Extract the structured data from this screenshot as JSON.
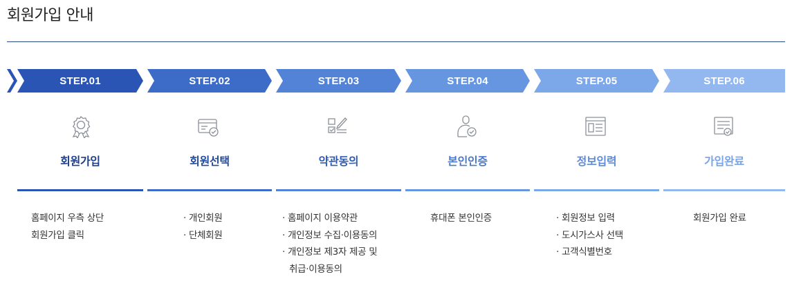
{
  "page_title": "회원가입 안내",
  "steps": [
    {
      "step_label": "STEP.01",
      "name": "회원가입",
      "icon": "award-icon",
      "color": "#2a55b5",
      "name_color": "#1f3f8a",
      "lines": [
        "홈페이지 우측 상단",
        "회원가입 클릭"
      ]
    },
    {
      "step_label": "STEP.02",
      "name": "회원선택",
      "icon": "member-card-icon",
      "color": "#3d6cc8",
      "name_color": "#234a9b",
      "lines": [
        "· 개인회원",
        "· 단체회원"
      ]
    },
    {
      "step_label": "STEP.03",
      "name": "약관동의",
      "icon": "agreement-icon",
      "color": "#5283d6",
      "name_color": "#2f5cb0",
      "lines": [
        "· 홈페이지 이용약관",
        "· 개인정보 수집·이용동의",
        "· 개인정보 제3자 제공 및",
        "취급·이용동의"
      ]
    },
    {
      "step_label": "STEP.04",
      "name": "본인인증",
      "icon": "identity-verification-icon",
      "color": "#6696e0",
      "name_color": "#4a78cc",
      "lines": [
        "휴대폰 본인인증"
      ]
    },
    {
      "step_label": "STEP.05",
      "name": "정보입력",
      "icon": "info-form-icon",
      "color": "#7ca7e8",
      "name_color": "#5d8ad8",
      "lines": [
        "· 회원정보 입력",
        "· 도시가스사 선택",
        "· 고객식별번호"
      ]
    },
    {
      "step_label": "STEP.06",
      "name": "가입완료",
      "icon": "completion-document-icon",
      "color": "#93b8f0",
      "name_color": "#7aa4e6",
      "lines": [
        "회원가입 완료"
      ]
    }
  ]
}
